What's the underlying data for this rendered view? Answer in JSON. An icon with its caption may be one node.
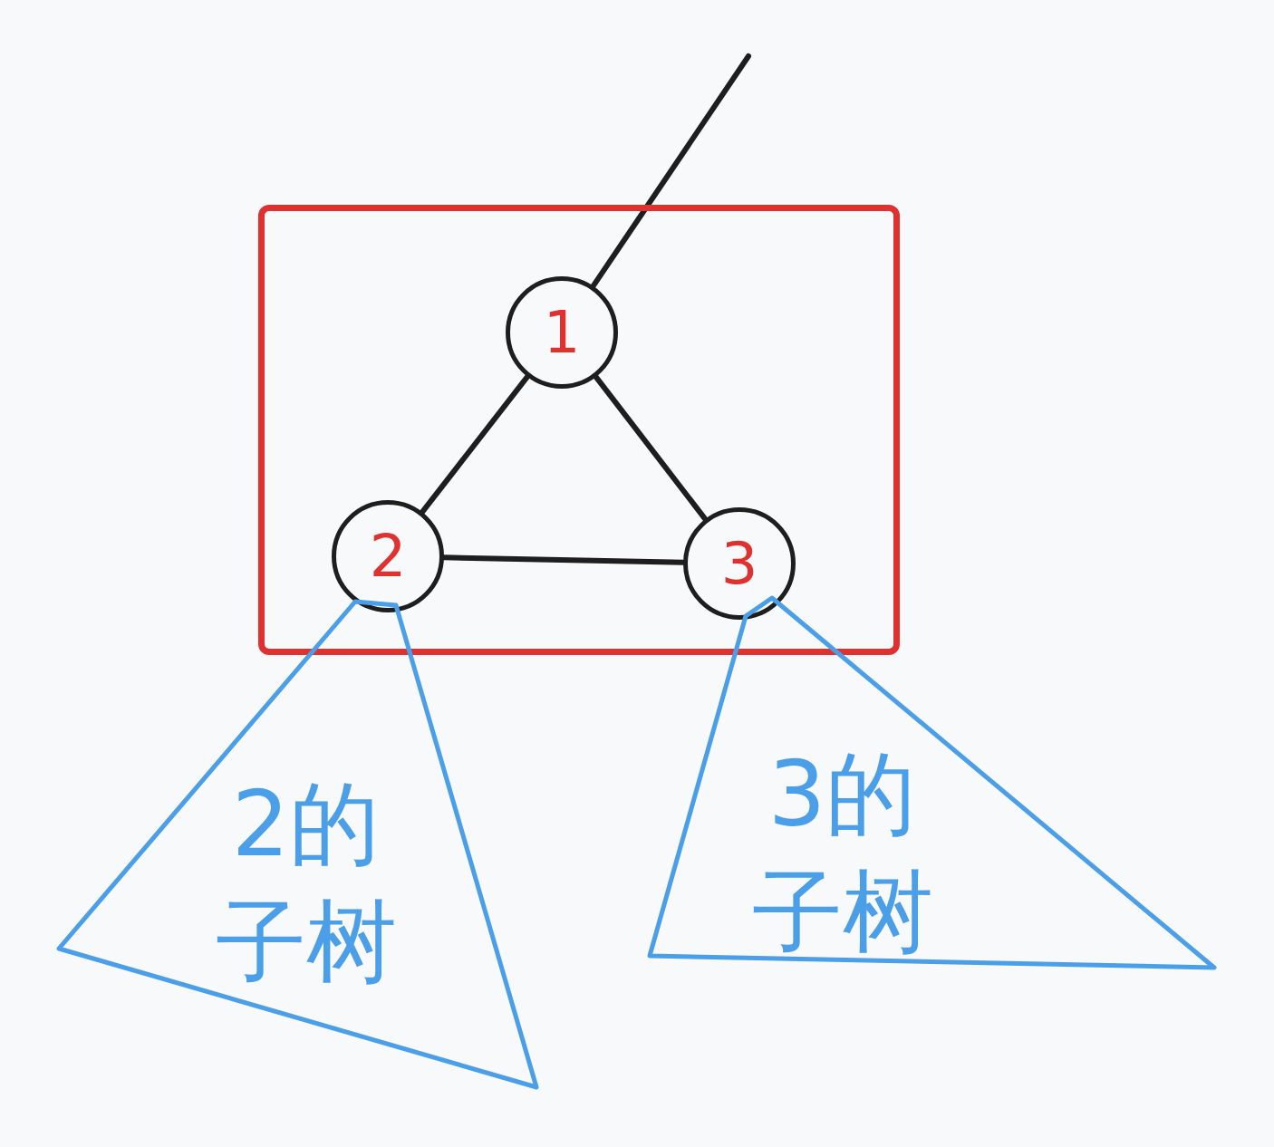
{
  "diagram": {
    "nodes": [
      {
        "text": [],
        "shape": "box"
      },
      {
        "text": [
          "1"
        ],
        "in": 0
      },
      {
        "text": [
          "2"
        ],
        "in": 0
      },
      {
        "text": [
          "3"
        ],
        "in": 0
      },
      {
        "text": [
          "2的子树"
        ]
      },
      {
        "text": [
          "3的子树"
        ]
      }
    ],
    "edges": [
      {
        "from": null,
        "to": 1,
        "arrow": "none"
      },
      {
        "from": 1,
        "to": 2,
        "arrow": "none"
      },
      {
        "from": 1,
        "to": 3,
        "arrow": "none"
      },
      {
        "from": 2,
        "to": 3,
        "arrow": "none"
      }
    ]
  }
}
